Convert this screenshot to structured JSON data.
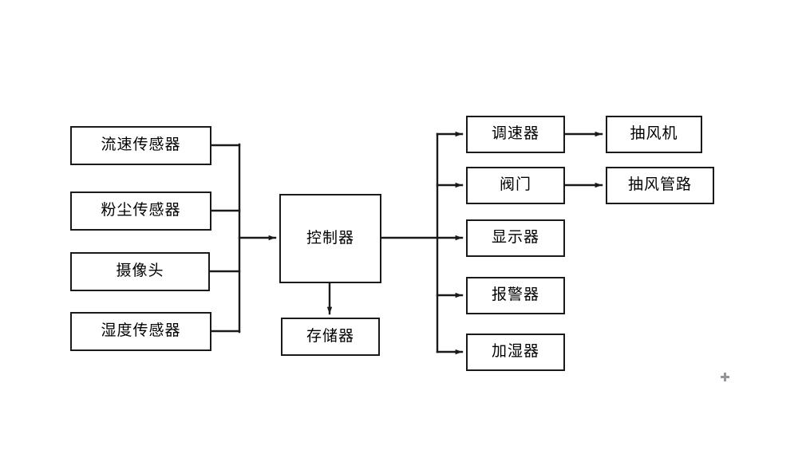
{
  "diagram": {
    "title": "",
    "type": "block-diagram",
    "colors": {
      "stroke": "#1a1a1a",
      "background": "#ffffff",
      "text": "#000000"
    },
    "sensors": [
      {
        "id": "flow-sensor",
        "label": "流速传感器"
      },
      {
        "id": "dust-sensor",
        "label": "粉尘传感器"
      },
      {
        "id": "camera",
        "label": "摄像头"
      },
      {
        "id": "humidity-sensor",
        "label": "湿度传感器"
      }
    ],
    "controller": {
      "id": "controller",
      "label": "控制器"
    },
    "storage": {
      "id": "storage",
      "label": "存储器"
    },
    "actuators": [
      {
        "id": "speed-governor",
        "label": "调速器"
      },
      {
        "id": "valve",
        "label": "阀门"
      },
      {
        "id": "display",
        "label": "显示器"
      },
      {
        "id": "alarm",
        "label": "报警器"
      },
      {
        "id": "humidifier",
        "label": "加湿器"
      }
    ],
    "terminals": [
      {
        "id": "exhaust-fan",
        "label": "抽风机"
      },
      {
        "id": "exhaust-duct",
        "label": "抽风管路"
      }
    ],
    "edges": [
      {
        "from": "flow-sensor",
        "to": "controller"
      },
      {
        "from": "dust-sensor",
        "to": "controller"
      },
      {
        "from": "camera",
        "to": "controller"
      },
      {
        "from": "humidity-sensor",
        "to": "controller"
      },
      {
        "from": "controller",
        "to": "storage"
      },
      {
        "from": "controller",
        "to": "speed-governor"
      },
      {
        "from": "controller",
        "to": "valve"
      },
      {
        "from": "controller",
        "to": "display"
      },
      {
        "from": "controller",
        "to": "alarm"
      },
      {
        "from": "controller",
        "to": "humidifier"
      },
      {
        "from": "speed-governor",
        "to": "exhaust-fan"
      },
      {
        "from": "valve",
        "to": "exhaust-duct"
      }
    ]
  }
}
